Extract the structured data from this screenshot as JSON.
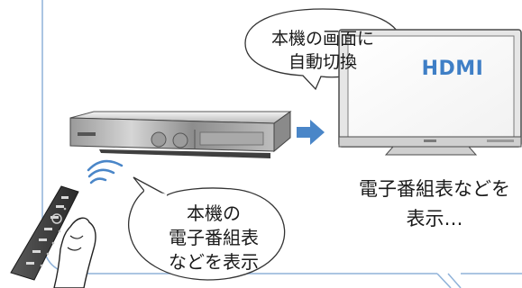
{
  "top_bubble": {
    "line1": "本機の画面に",
    "line2": "自動切換"
  },
  "tv_screen": {
    "label": "HDMI"
  },
  "tv_caption": {
    "line1": "電子番組表などを",
    "line2": "表示…"
  },
  "bottom_bubble": {
    "line1": "本機の",
    "line2": "電子番組表",
    "line3": "などを表示"
  },
  "colors": {
    "frame_line": "#8fb2d9",
    "arrow": "#4a86c8",
    "hdmi_text": "#3f7fc6",
    "bubble_stroke": "#333333"
  },
  "icons": {
    "recorder": "blu-ray-recorder-icon",
    "tv": "flat-tv-icon",
    "remote": "remote-control-icon",
    "hand": "hand-icon",
    "signal": "wireless-signal-icon",
    "arrow": "right-arrow-icon"
  }
}
